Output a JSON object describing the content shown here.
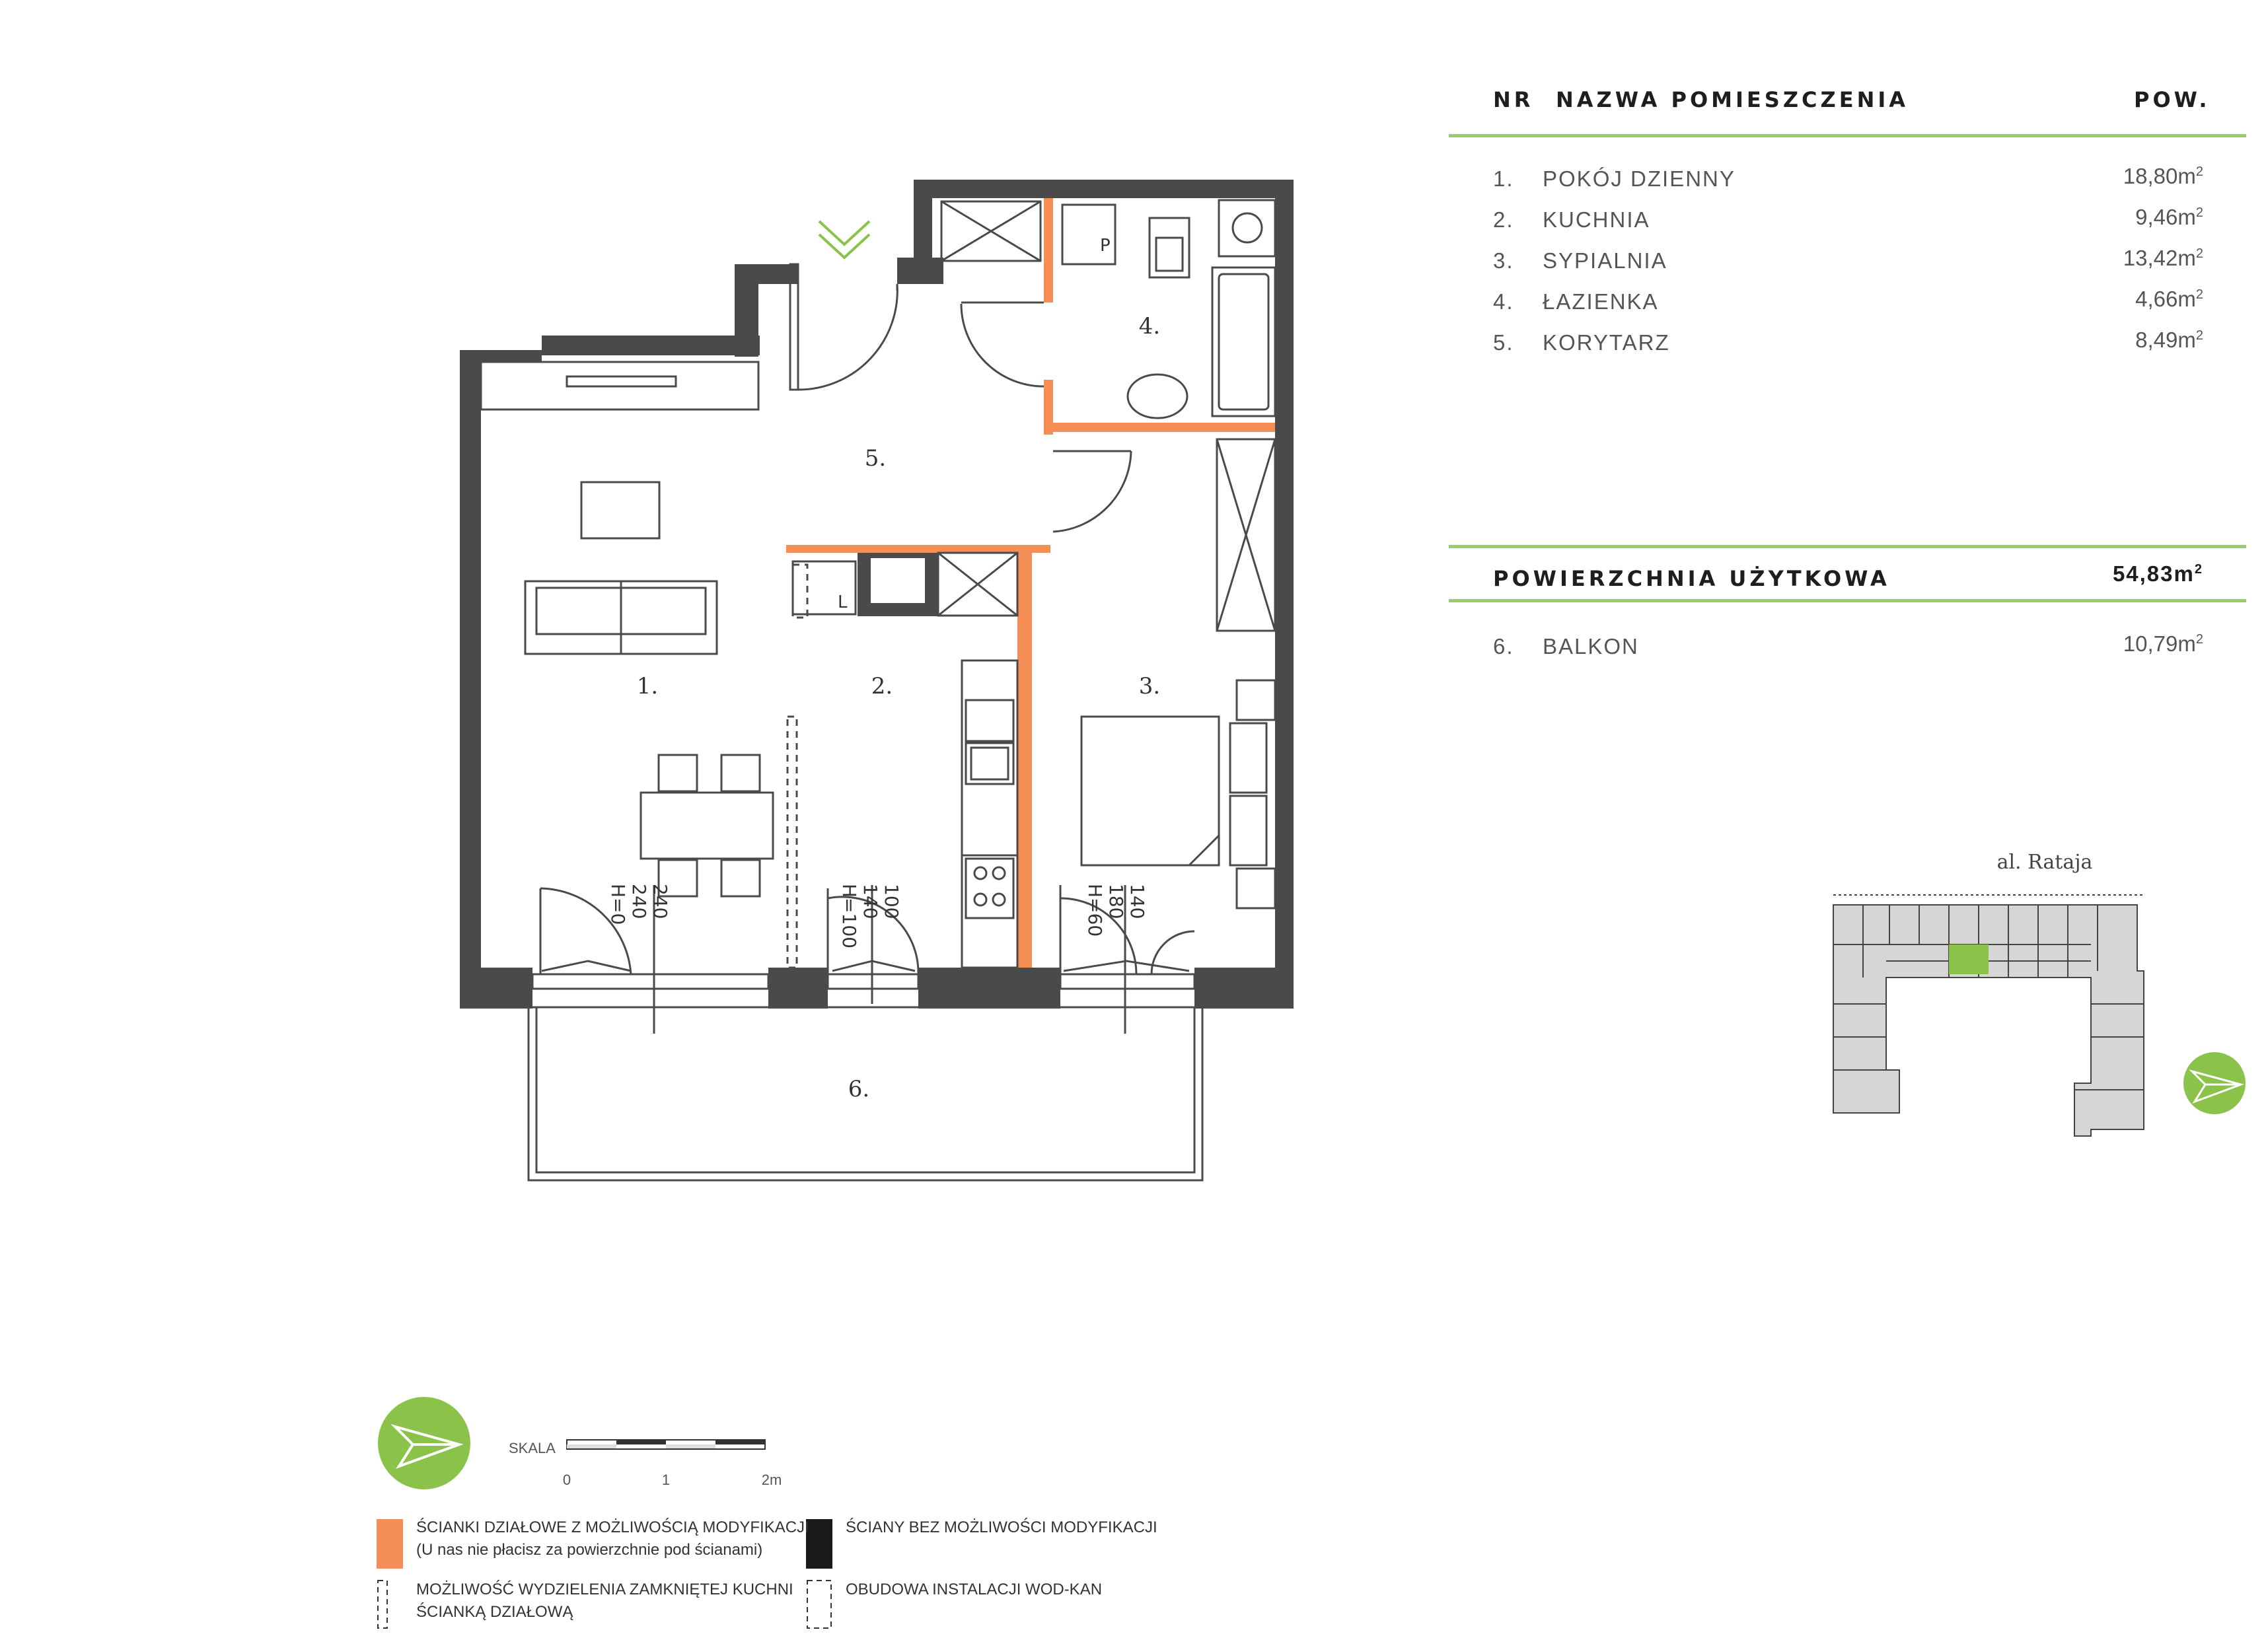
{
  "table": {
    "col_nr": "NR",
    "col_name": "NAZWA POMIESZCZENIA",
    "col_area": "POW.",
    "rooms": [
      {
        "nr": "1.",
        "name": "POKÓJ DZIENNY",
        "area": "18,80m",
        "sup": "2"
      },
      {
        "nr": "2.",
        "name": "KUCHNIA",
        "area": "9,46m",
        "sup": "2"
      },
      {
        "nr": "3.",
        "name": "SYPIALNIA",
        "area": "13,42m",
        "sup": "2"
      },
      {
        "nr": "4.",
        "name": "ŁAZIENKA",
        "area": "4,66m",
        "sup": "2"
      },
      {
        "nr": "5.",
        "name": "KORYTARZ",
        "area": "8,49m",
        "sup": "2"
      }
    ],
    "total_label": "POWIERZCHNIA UŻYTKOWA",
    "total_area": "54,83m",
    "total_sup": "2",
    "extra": {
      "nr": "6.",
      "name": "BALKON",
      "area": "10,79m",
      "sup": "2"
    }
  },
  "plan": {
    "labels": {
      "r1": "1.",
      "r2": "2.",
      "r3": "3.",
      "r4": "4.",
      "r5": "5.",
      "r6": "6."
    },
    "fixture_p": "P",
    "fixture_l": "L",
    "win1": [
      "240",
      "240",
      "H=0"
    ],
    "win2": [
      "100",
      "140",
      "H=100"
    ],
    "win3": [
      "140",
      "180",
      "H=60"
    ]
  },
  "site": {
    "street": "al. Rataja"
  },
  "scale": {
    "label": "SKALA",
    "t0": "0",
    "t1": "1",
    "t2": "2m"
  },
  "legend": {
    "orange_line1": "ŚCIANKI DZIAŁOWE Z MOŻLIWOŚCIĄ MODYFIKACJI",
    "orange_line2": "(U nas nie płacisz za powierzchnie pod ścianami)",
    "black": "ŚCIANY BEZ MOŻLIWOŚCI MODYFIKACJI",
    "kitchen_line1": "MOŻLIWOŚĆ WYDZIELENIA ZAMKNIĘTEJ KUCHNI",
    "kitchen_line2": "ŚCIANKĄ DZIAŁOWĄ",
    "wodkan": "OBUDOWA INSTALACJI WOD-KAN"
  },
  "colors": {
    "wall": "#4a4a4a",
    "partition": "#f58d57",
    "accent": "#9ccc65"
  }
}
